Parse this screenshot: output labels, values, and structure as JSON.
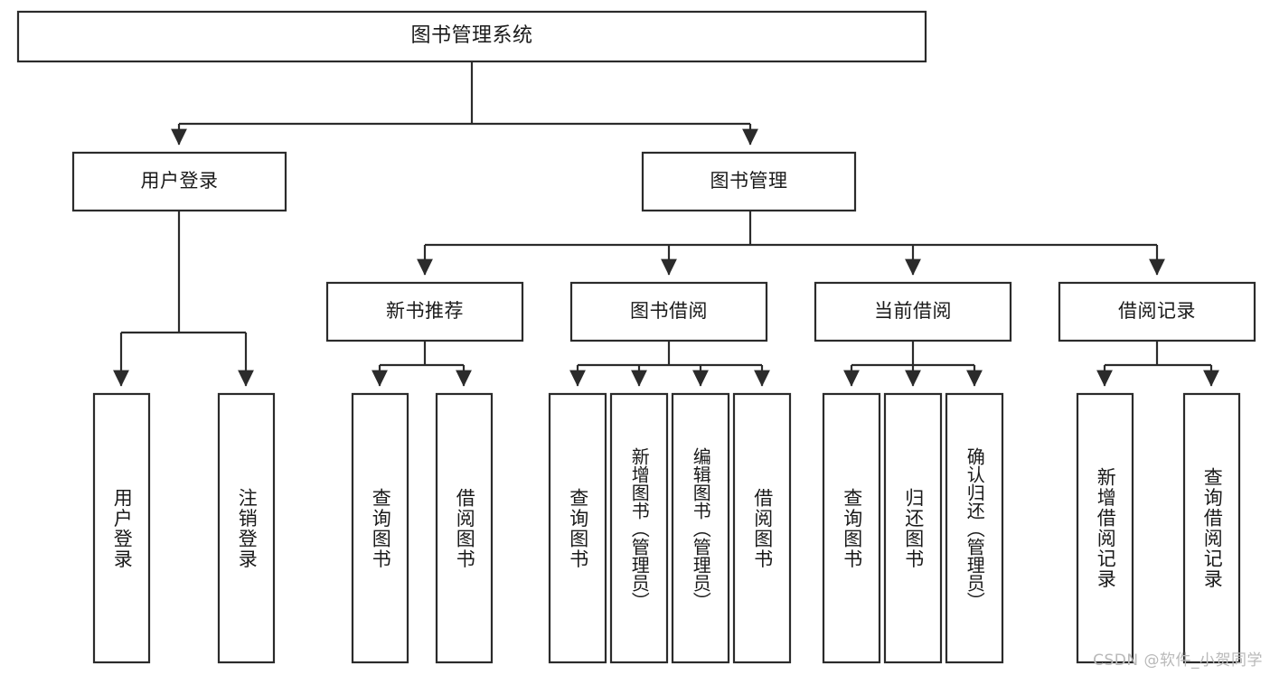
{
  "diagram": {
    "type": "hierarchy-tree",
    "title": "图书管理系统",
    "watermark": "CSDN @软件_小贺同学",
    "colors": {
      "box_stroke": "#2b2b2b",
      "box_fill": "#ffffff",
      "text": "#1a1a1a",
      "background": "#ffffff",
      "watermark": "#b9b9b9"
    },
    "levels": {
      "root": {
        "label": "图书管理系统"
      },
      "level2": [
        {
          "label": "用户登录"
        },
        {
          "label": "图书管理"
        }
      ],
      "level3": [
        {
          "label": "新书推荐"
        },
        {
          "label": "图书借阅"
        },
        {
          "label": "当前借阅"
        },
        {
          "label": "借阅记录"
        }
      ],
      "leaves": {
        "user_login": [
          {
            "label": "用户登录"
          },
          {
            "label": "注销登录"
          }
        ],
        "new_book_recommend": [
          {
            "label": "查询图书"
          },
          {
            "label": "借阅图书"
          }
        ],
        "book_borrow": [
          {
            "label": "查询图书"
          },
          {
            "label": "新增图书（管理员）"
          },
          {
            "label": "编辑图书（管理员）"
          },
          {
            "label": "借阅图书"
          }
        ],
        "current_borrow": [
          {
            "label": "查询图书"
          },
          {
            "label": "归还图书"
          },
          {
            "label": "确认归还（管理员）"
          }
        ],
        "borrow_record": [
          {
            "label": "新增借阅记录"
          },
          {
            "label": "查询借阅记录"
          }
        ]
      }
    }
  }
}
